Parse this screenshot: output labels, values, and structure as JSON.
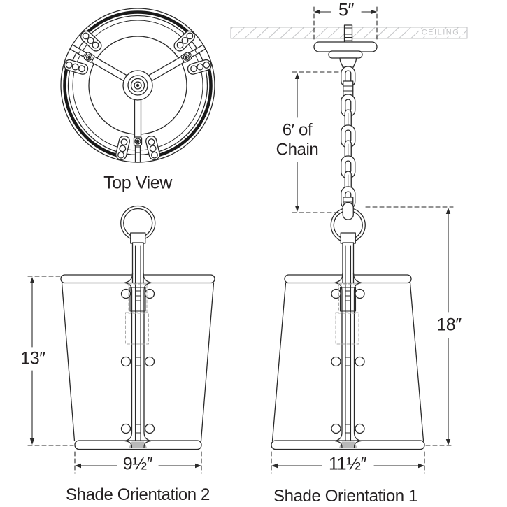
{
  "colors": {
    "line": "#2a2a2a",
    "text": "#231f20",
    "muted_gray": "#c3c4c6",
    "background": "#ffffff"
  },
  "top_view": {
    "caption": "Top View"
  },
  "ceiling": {
    "label": "CEILING"
  },
  "dimensions": {
    "canopy_width": "5″",
    "chain_length_line1": "6′ of",
    "chain_length_line2": "Chain",
    "orientation2_height": "13″",
    "orientation2_width": "9½″",
    "orientation1_height": "18″",
    "orientation1_width": "11½″"
  },
  "captions": {
    "orientation2": "Shade Orientation 2",
    "orientation1": "Shade Orientation 1"
  }
}
